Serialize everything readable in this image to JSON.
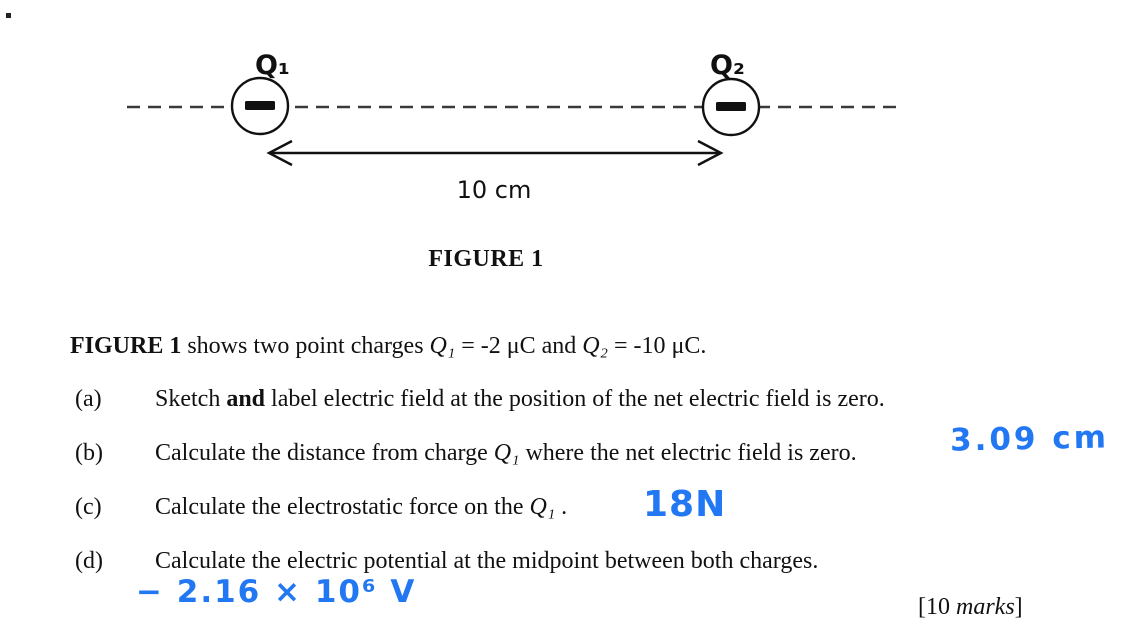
{
  "colors": {
    "ink": "#111111",
    "handwriting_blue": "#2277f2"
  },
  "figure": {
    "charge1_label": "Q₁",
    "charge2_label": "Q₂",
    "distance_label": "10 cm",
    "caption": "FIGURE 1"
  },
  "intro": {
    "bold": "FIGURE 1",
    "t1": " shows two point charges ",
    "q1": "Q₁",
    "t2": " = -2 μC and ",
    "q2": "Q₂",
    "t3": " = -10 μC."
  },
  "items": {
    "a": {
      "label": "(a)",
      "pre": "Sketch ",
      "bold": "and",
      "post": " label electric field at the position of the net electric field is zero."
    },
    "b": {
      "label": "(b)",
      "pre": "Calculate the distance from charge ",
      "q": "Q₁",
      "post": " where the net electric field is zero.",
      "answer": "3.09 cm"
    },
    "c": {
      "label": "(c)",
      "pre": "Calculate the electrostatic force on the ",
      "q": "Q₁",
      "post": " .",
      "answer": "18N"
    },
    "d": {
      "label": "(d)",
      "text": "Calculate the electric potential at the midpoint between both charges.",
      "answer": "− 2.16 × 10⁶ V"
    }
  },
  "marks": {
    "open": "[10 ",
    "word": "marks",
    "close": "]"
  }
}
